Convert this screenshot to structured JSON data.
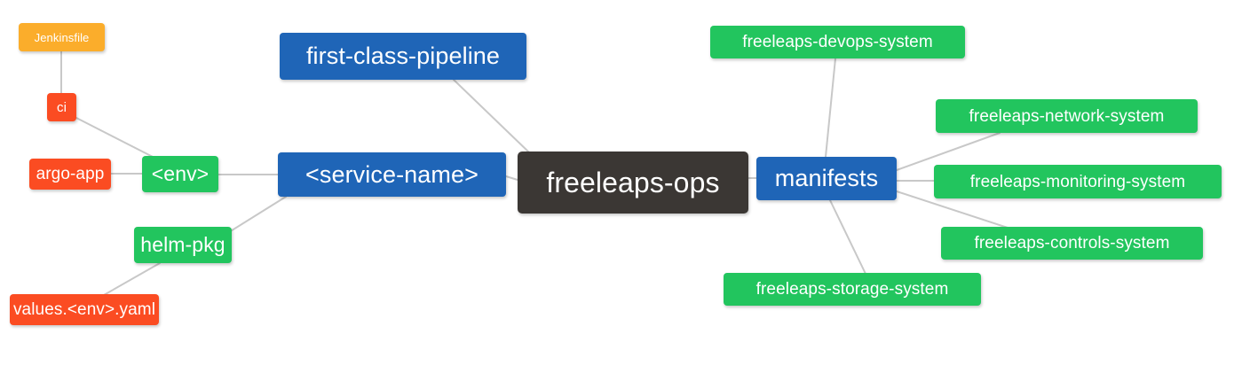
{
  "diagram": {
    "title": "freeleaps-ops",
    "type": "mindmap",
    "background": "#ffffff",
    "edge_color": "#c8c8c8",
    "palette": {
      "root": "#3b3734",
      "blue": "#1f65b7",
      "green": "#22c55e",
      "orange": "#fbad2b",
      "red": "#fb4c22",
      "text": "#ffffff"
    }
  },
  "nodes": {
    "root": {
      "label": "freeleaps-ops",
      "color": "#3b3734"
    },
    "first_class_pipeline": {
      "label": "first-class-pipeline",
      "color": "#1f65b7"
    },
    "service_name": {
      "label": "<service-name>",
      "color": "#1f65b7"
    },
    "env": {
      "label": "<env>",
      "color": "#22c55e"
    },
    "ci": {
      "label": "ci",
      "color": "#fb4c22"
    },
    "jenkinsfile": {
      "label": "Jenkinsfile",
      "color": "#fbad2b"
    },
    "argo_app": {
      "label": "argo-app",
      "color": "#fb4c22"
    },
    "helm_pkg": {
      "label": "helm-pkg",
      "color": "#22c55e"
    },
    "values_yaml": {
      "label": "values.<env>.yaml",
      "color": "#fb4c22"
    },
    "manifests": {
      "label": "manifests",
      "color": "#1f65b7"
    },
    "devops_system": {
      "label": "freeleaps-devops-system",
      "color": "#22c55e"
    },
    "network_system": {
      "label": "freeleaps-network-system",
      "color": "#22c55e"
    },
    "monitoring_system": {
      "label": "freeleaps-monitoring-system",
      "color": "#22c55e"
    },
    "controls_system": {
      "label": "freeleaps-controls-system",
      "color": "#22c55e"
    },
    "storage_system": {
      "label": "freeleaps-storage-system",
      "color": "#22c55e"
    }
  },
  "edges": [
    {
      "from": "root",
      "to": "first_class_pipeline"
    },
    {
      "from": "root",
      "to": "service_name"
    },
    {
      "from": "service_name",
      "to": "env"
    },
    {
      "from": "service_name",
      "to": "helm_pkg"
    },
    {
      "from": "env",
      "to": "ci"
    },
    {
      "from": "env",
      "to": "argo_app"
    },
    {
      "from": "ci",
      "to": "jenkinsfile"
    },
    {
      "from": "helm_pkg",
      "to": "values_yaml"
    },
    {
      "from": "root",
      "to": "manifests"
    },
    {
      "from": "manifests",
      "to": "devops_system"
    },
    {
      "from": "manifests",
      "to": "network_system"
    },
    {
      "from": "manifests",
      "to": "monitoring_system"
    },
    {
      "from": "manifests",
      "to": "controls_system"
    },
    {
      "from": "manifests",
      "to": "storage_system"
    }
  ]
}
